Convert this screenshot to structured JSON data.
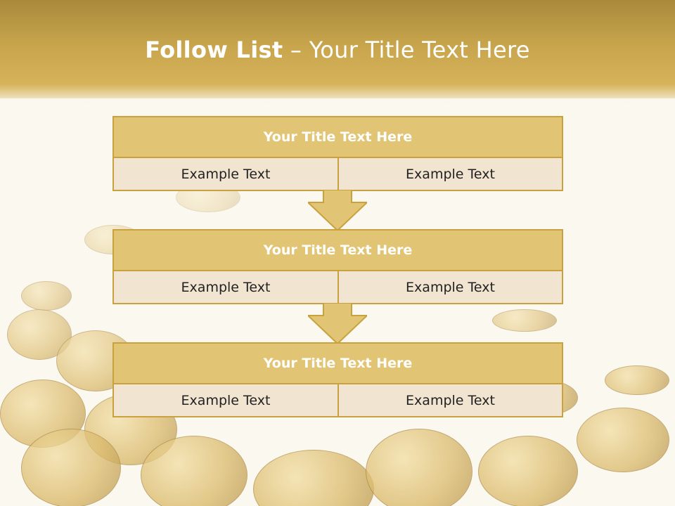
{
  "slide": {
    "title_bold": "Follow List",
    "title_rest": " – Your Title Text Here"
  },
  "steps": [
    {
      "title": "Your Title Text Here",
      "left": "Example Text",
      "right": "Example Text"
    },
    {
      "title": "Your Title Text Here",
      "left": "Example Text",
      "right": "Example Text"
    },
    {
      "title": "Your Title Text Here",
      "left": "Example Text",
      "right": "Example Text"
    }
  ],
  "colors": {
    "header_gold": "#c9a64d",
    "box_title_fill": "#e2c574",
    "box_cell_fill": "#f1e5d1",
    "border_gold": "#c9a13f"
  },
  "icons": {
    "connector": "down-arrow-icon",
    "background": "gold-coins-image"
  }
}
